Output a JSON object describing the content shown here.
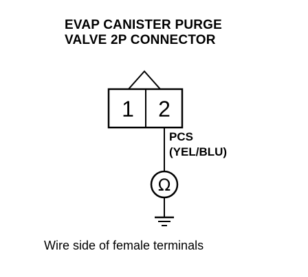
{
  "title": {
    "line1": "EVAP CANISTER PURGE",
    "line2": "VALVE 2P CONNECTOR"
  },
  "connector": {
    "terminals": [
      "1",
      "2"
    ]
  },
  "wire": {
    "signal": "PCS",
    "color": "(YEL/BLU)"
  },
  "components": {
    "resistor_symbol": "Ω",
    "resistor_icon": "ohmmeter-icon",
    "ground_icon": "ground-icon"
  },
  "caption": "Wire side of female terminals"
}
